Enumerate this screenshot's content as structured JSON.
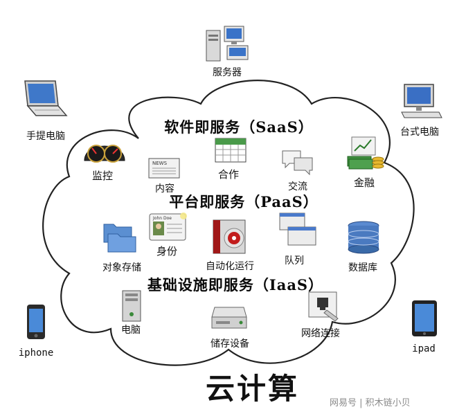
{
  "title": "云计算",
  "layers": {
    "saas": "软件即服务（SaaS）",
    "paas": "平台即服务（PaaS）",
    "iaas": "基础设施即服务（IaaS）"
  },
  "devices": {
    "server": "服务器",
    "laptop": "手提电脑",
    "desktop": "台式电脑",
    "iphone": "iphone",
    "ipad": "ipad"
  },
  "saas_items": {
    "monitor": "监控",
    "content": "内容",
    "collab": "合作",
    "communicate": "交流",
    "finance": "金融"
  },
  "paas_items": {
    "object_storage": "对象存储",
    "identity": "身份",
    "runtime": "自动化运行",
    "queue": "队列",
    "database": "数据库"
  },
  "iaas_items": {
    "compute": "电脑",
    "block_storage": "储存设备",
    "network": "网络连接"
  },
  "watermark": "网易号 | 积木链小贝",
  "icon_texts": {
    "news": "NEWS",
    "badge_name": "John Doe"
  }
}
